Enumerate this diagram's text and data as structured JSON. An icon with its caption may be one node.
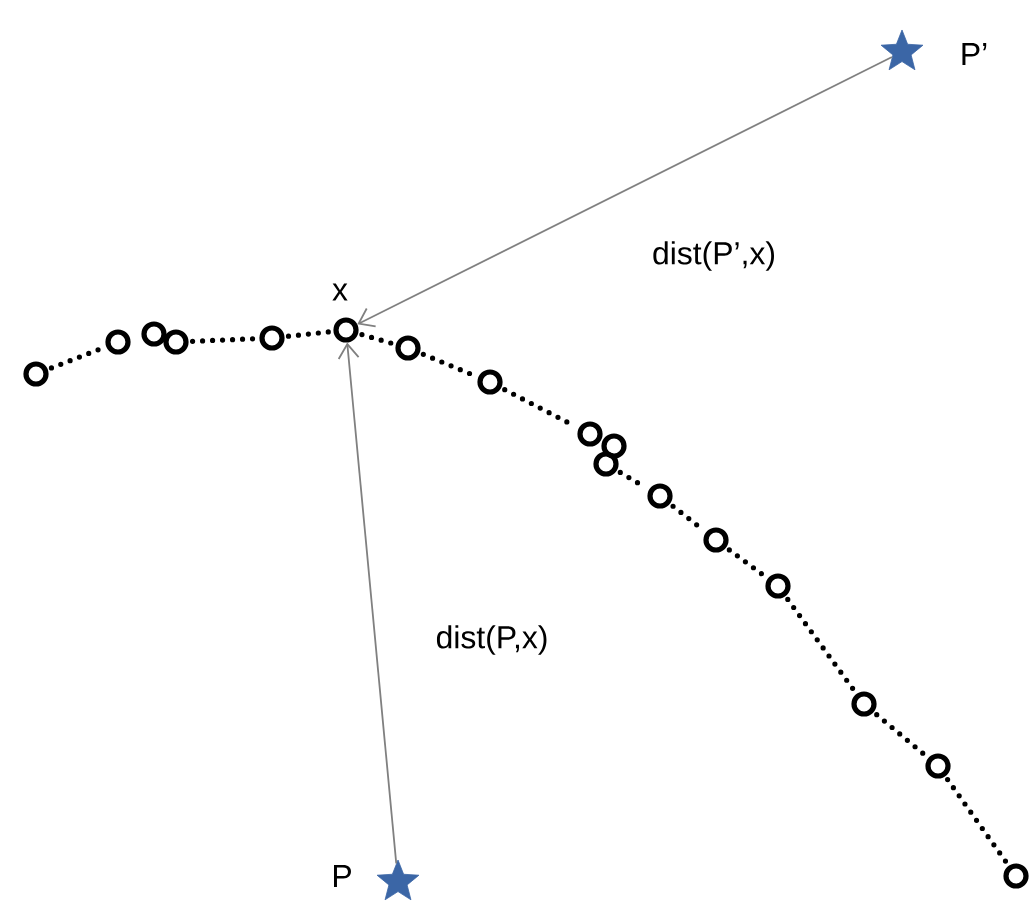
{
  "diagram": {
    "nodes": [
      {
        "text": [],
        "shape": "star",
        "beside": [
          "P’"
        ]
      },
      {
        "text": [],
        "shape": "circle"
      },
      {
        "text": [],
        "shape": "circle"
      },
      {
        "text": [],
        "shape": "circle"
      },
      {
        "text": [],
        "shape": "circle"
      },
      {
        "text": [],
        "shape": "circle"
      },
      {
        "text": [],
        "shape": "circle",
        "beside": [
          "x"
        ]
      },
      {
        "text": [],
        "shape": "circle"
      },
      {
        "text": [],
        "shape": "circle"
      },
      {
        "text": [],
        "shape": "circle"
      },
      {
        "text": [],
        "shape": "circle"
      },
      {
        "text": [],
        "shape": "circle"
      },
      {
        "text": [],
        "shape": "circle"
      },
      {
        "text": [],
        "shape": "circle"
      },
      {
        "text": [],
        "shape": "circle"
      },
      {
        "text": [],
        "shape": "circle"
      },
      {
        "text": [],
        "shape": "circle"
      },
      {
        "text": [],
        "shape": "circle"
      },
      {
        "text": [],
        "shape": "star",
        "beside": [
          "P"
        ]
      }
    ],
    "edges": [
      {
        "from": 0,
        "to": 6,
        "arrow": "to",
        "label": "dist(P’,x)",
        "color": "#808080"
      },
      {
        "from": 18,
        "to": 6,
        "arrow": "to",
        "label": "dist(P,x)",
        "color": "#808080"
      },
      {
        "from": 1,
        "to": 2,
        "arrow": "none",
        "style": "dashed"
      },
      {
        "from": 4,
        "to": 5,
        "arrow": "none",
        "style": "dashed"
      },
      {
        "from": 5,
        "to": 6,
        "arrow": "none",
        "style": "dashed"
      },
      {
        "from": 6,
        "to": 7,
        "arrow": "none",
        "style": "dashed"
      },
      {
        "from": 7,
        "to": 8,
        "arrow": "none",
        "style": "dashed"
      },
      {
        "from": 8,
        "to": 9,
        "arrow": "none",
        "style": "dashed"
      },
      {
        "from": 11,
        "to": 12,
        "arrow": "none",
        "style": "dashed"
      },
      {
        "from": 12,
        "to": 13,
        "arrow": "none",
        "style": "dashed"
      },
      {
        "from": 13,
        "to": 14,
        "arrow": "none",
        "style": "dashed"
      },
      {
        "from": 14,
        "to": 15,
        "arrow": "none",
        "style": "dashed"
      },
      {
        "from": 15,
        "to": 16,
        "arrow": "none",
        "style": "dashed"
      },
      {
        "from": 16,
        "to": 17,
        "arrow": "none",
        "style": "dashed"
      }
    ]
  }
}
